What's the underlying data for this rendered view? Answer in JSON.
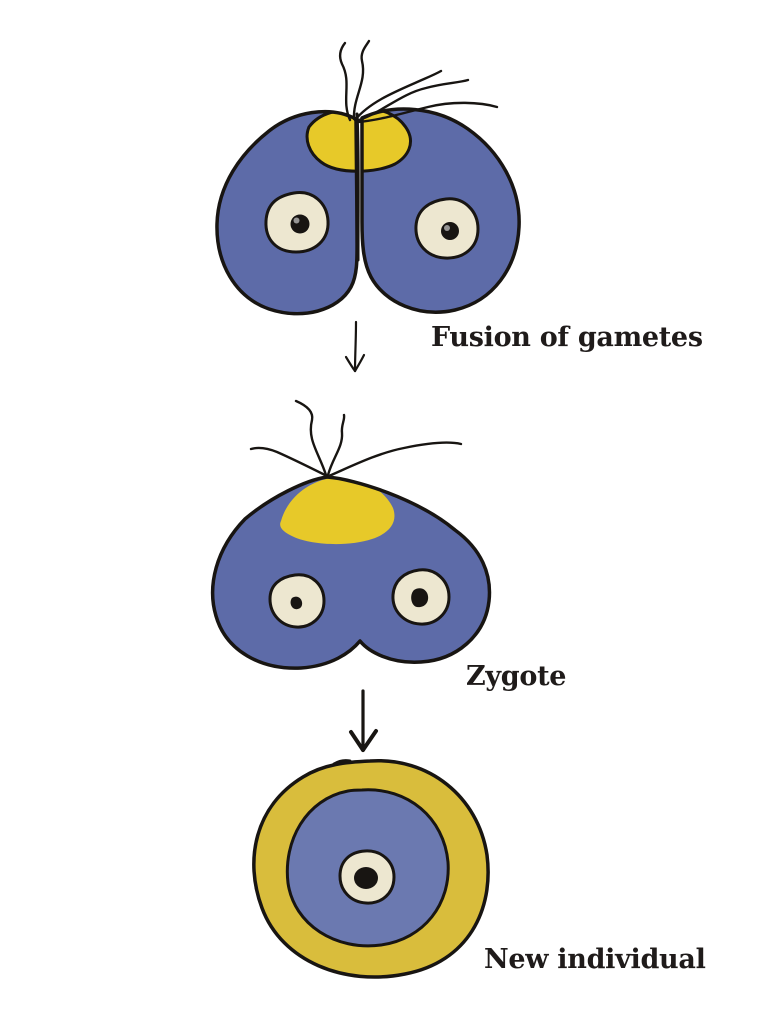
{
  "diagram": {
    "name": "fertilization-sequence",
    "steps": [
      {
        "id": "fusing-gametes",
        "label": "Fusion of gametes"
      },
      {
        "id": "zygote",
        "label": "Zygote"
      },
      {
        "id": "new-individual",
        "label": "New individual"
      }
    ]
  },
  "colors": {
    "cell-blue": "#5d6ba8",
    "cell-blue-light": "#6b79b0",
    "accent-yellow": "#e7c929",
    "accent-mustard": "#d9bd3c",
    "nucleus-cream": "#ede7d0",
    "outline-ink": "#181512",
    "label-ink": "#1f1b1a",
    "background": "#ffffff"
  }
}
